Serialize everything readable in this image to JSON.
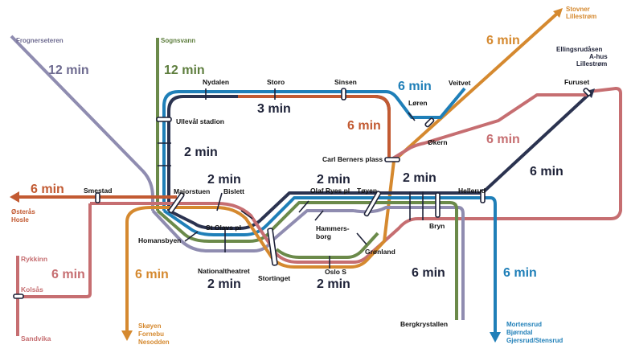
{
  "colors": {
    "line1": "#8f8cb0",
    "line2": "#6b8a4a",
    "line3": "#d5892f",
    "line4": "#c66e71",
    "line5": "#1f7fb8",
    "metro": "#2b3350",
    "red": "#c25a32",
    "black": "#1e2238"
  },
  "stations": {
    "nydalen": "Nydalen",
    "storo": "Storo",
    "sinsen": "Sinsen",
    "loren": "Løren",
    "veitvet": "Veitvet",
    "ullevaal": "Ullevål stadion",
    "okern": "Økern",
    "furuset": "Furuset",
    "carl_berner": "Carl Berners plass",
    "smestad": "Smestad",
    "majorstuen": "Majorstuen",
    "bislett": "Bislett",
    "st_olavs": "St Olavs pl",
    "homansbyen": "Homansbyen",
    "nationaltheatret": "Nationaltheatret",
    "stortinget": "Stortinget",
    "olaf_ryes": "Olaf Ryes pl",
    "toyen": "Tøyen",
    "hammersborg_1": "Hammers-",
    "hammersborg_2": "borg",
    "gronland": "Grønland",
    "oslo_s": "Oslo S",
    "hellerud": "Hellerud",
    "bryn": "Bryn",
    "bergkrystallen": "Bergkrystallen",
    "rykkinn": "Rykkinn",
    "kolsas": "Kolsås",
    "sandvika": "Sandvika"
  },
  "destinations": {
    "frognerseteren": "Frognerseteren",
    "sognsvann": "Sognsvann",
    "stovner_1": "Stovner",
    "stovner_2": "Lillestrøm",
    "ellingsrud_1": "Ellingsrudåsen",
    "ellingsrud_2": "A-hus",
    "ellingsrud_3": "Lillestrøm",
    "osteras_1": "Østerås",
    "osteras_2": "Hosle",
    "skoyen_1": "Skøyen",
    "skoyen_2": "Fornebu",
    "skoyen_3": "Nesodden",
    "mortensrud_1": "Mortensrud",
    "mortensrud_2": "Bjørndal",
    "mortensrud_3": "Gjersrud/Stensrud"
  },
  "headways": {
    "frognerseteren": "12 min",
    "sognsvann": "12 min",
    "ring_top": "3 min",
    "ring_left": "2 min",
    "majorstuen_bislett": "2 min",
    "olaf_ryes": "2 min",
    "east_trunk": "2 min",
    "loren": "6 min",
    "stovner": "6 min",
    "carl_berner": "6 min",
    "okern": "6 min",
    "ellingsrud": "6 min",
    "osteras": "6 min",
    "kolsas": "6 min",
    "skoyen": "6 min",
    "nationaltheatret": "2 min",
    "oslo_s": "2 min",
    "bergkrystallen": "6 min",
    "mortensrud": "6 min"
  }
}
